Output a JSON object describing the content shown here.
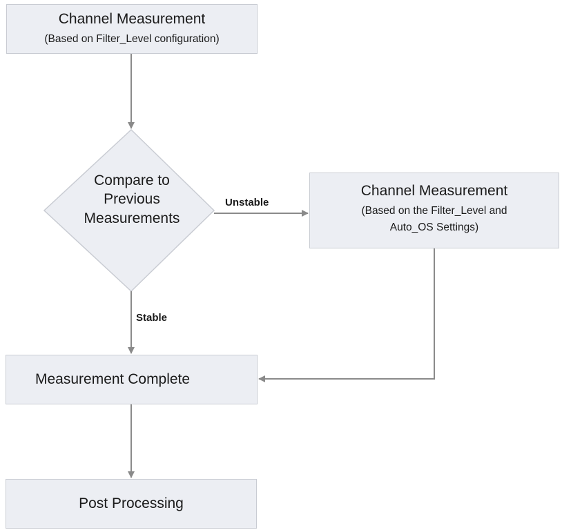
{
  "nodes": {
    "start": {
      "title": "Channel Measurement",
      "subtitle": "(Based on Filter_Level configuration)"
    },
    "compare": {
      "line1": "Compare to",
      "line2": "Previous",
      "line3": "Measurements"
    },
    "side": {
      "title": "Channel Measurement",
      "subtitle_line1": "(Based on the Filter_Level and",
      "subtitle_line2": "Auto_OS Settings)"
    },
    "complete": {
      "title": "Measurement Complete"
    },
    "post": {
      "title": "Post Processing"
    }
  },
  "edges": {
    "unstable_label": "Unstable",
    "stable_label": "Stable"
  },
  "colors": {
    "node_fill": "#eceef3",
    "node_border": "#c9ccd3",
    "connector": "#8a8a8a"
  }
}
